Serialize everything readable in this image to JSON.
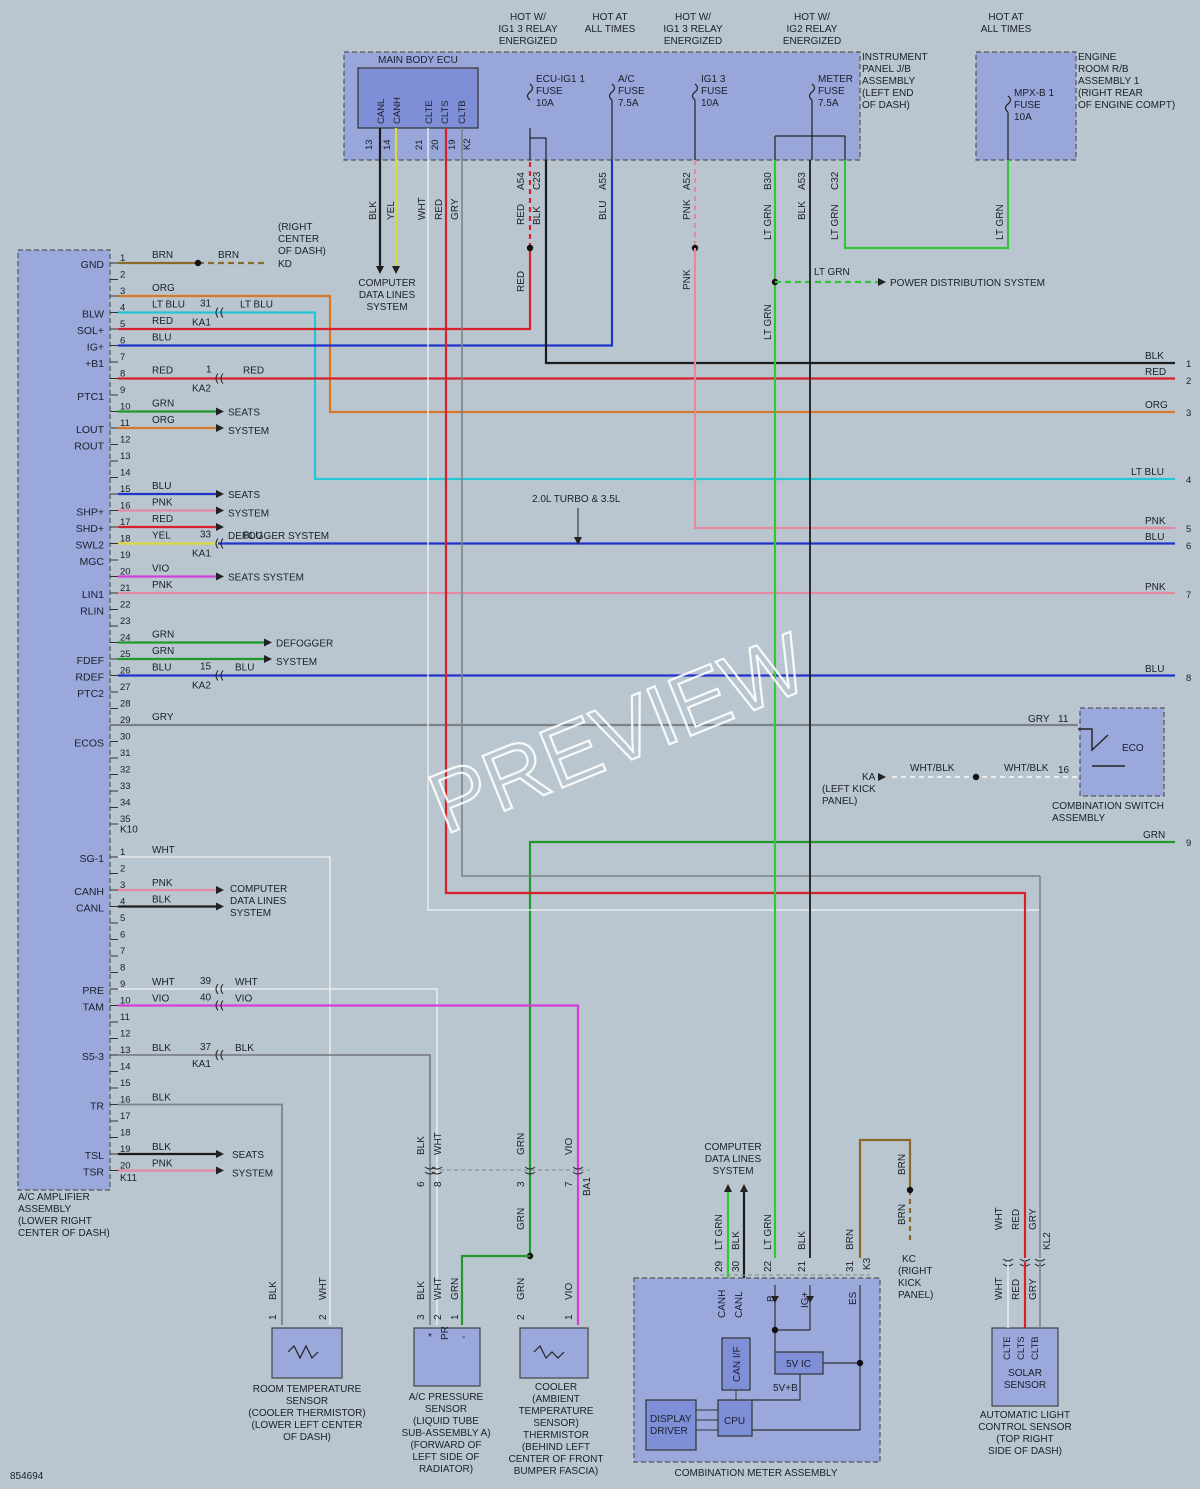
{
  "diagram_id": "854694",
  "watermark": "PREVIEW",
  "hot_labels": [
    [
      "HOT W/",
      "IG1 3 RELAY",
      "ENERGIZED"
    ],
    [
      "HOT AT",
      "ALL TIMES"
    ],
    [
      "HOT W/",
      "IG1 3 RELAY",
      "ENERGIZED"
    ],
    [
      "HOT W/",
      "IG2 RELAY",
      "ENERGIZED"
    ],
    [
      "HOT AT",
      "ALL TIMES"
    ]
  ],
  "ecu": {
    "main_body_ecu": "MAIN BODY ECU",
    "ecu_pins": [
      "CANL",
      "CANH",
      "CLTE",
      "CLTS",
      "CLTB"
    ],
    "ecu_pin_numbers": [
      "13",
      "14",
      "21",
      "20",
      "19",
      "K2"
    ],
    "fuses": [
      [
        "ECU-IG1 1",
        "FUSE",
        "10A"
      ],
      [
        "A/C",
        "FUSE",
        "7.5A"
      ],
      [
        "IG1 3",
        "FUSE",
        "10A"
      ],
      [
        "METER",
        "FUSE",
        "7.5A"
      ]
    ],
    "jb_label": [
      "INSTRUMENT",
      "PANEL J/B",
      "ASSEMBLY",
      "(LEFT END",
      "OF DASH)"
    ],
    "er_fuse": [
      "MPX-B 1",
      "FUSE",
      "10A"
    ],
    "er_label": [
      "ENGINE",
      "ROOM R/B",
      "ASSEMBLY 1",
      "(RIGHT REAR",
      "OF ENGINE COMPT)"
    ],
    "connectors": [
      "A54",
      "C23",
      "A55",
      "A52",
      "B30",
      "A53",
      "C32"
    ]
  },
  "wire_colors": {
    "BLK": "#1c1c1c",
    "RED": "#d6202a",
    "ORG": "#d7782a",
    "BLU": "#2233cc",
    "LTBLU": "#23c6d6",
    "GRN": "#1f9a2a",
    "LTGRN": "#37c43a",
    "PNK": "#e38aa0",
    "YEL": "#dcd73c",
    "VIO": "#d33fd6",
    "WHT": "#f4f4f4",
    "GRY": "#7d8288",
    "BRN": "#8a6a2a"
  },
  "wire_labels": {
    "blk": "BLK",
    "yel": "YEL",
    "wht": "WHT",
    "red": "RED",
    "gry": "GRY",
    "blu": "BLU",
    "pnk": "PNK",
    "ltgrn": "LT GRN",
    "brn": "BRN",
    "org": "ORG",
    "ltblu": "LT BLU",
    "grn": "GRN",
    "vio": "VIO",
    "wht_blk": "WHT/BLK"
  },
  "amplifier": {
    "label": [
      "A/C AMPLIFIER",
      "ASSEMBLY",
      "(LOWER RIGHT",
      "CENTER OF DASH)"
    ],
    "k10_pins": [
      {
        "n": "1",
        "sig": "GND",
        "wire": "BRN"
      },
      {
        "n": "2"
      },
      {
        "n": "3",
        "wire": "ORG"
      },
      {
        "n": "4",
        "sig": "BLW",
        "wire": "LT BLU"
      },
      {
        "n": "5",
        "sig": "SOL+",
        "wire": "RED"
      },
      {
        "n": "6",
        "sig": "IG+",
        "wire": "BLU"
      },
      {
        "n": "7",
        "sig": "+B1"
      },
      {
        "n": "8",
        "wire": "RED"
      },
      {
        "n": "9",
        "sig": "PTC1"
      },
      {
        "n": "10",
        "wire": "GRN"
      },
      {
        "n": "11",
        "sig": "LOUT",
        "wire": "ORG"
      },
      {
        "n": "12",
        "sig": "ROUT"
      },
      {
        "n": "13"
      },
      {
        "n": "14"
      },
      {
        "n": "15",
        "wire": "BLU"
      },
      {
        "n": "16",
        "sig": "SHP+",
        "wire": "PNK"
      },
      {
        "n": "17",
        "sig": "SHD+",
        "wire": "RED"
      },
      {
        "n": "18",
        "sig": "SWL2",
        "wire": "YEL"
      },
      {
        "n": "19",
        "sig": "MGC"
      },
      {
        "n": "20",
        "wire": "VIO"
      },
      {
        "n": "21",
        "sig": "LIN1",
        "wire": "PNK"
      },
      {
        "n": "22",
        "sig": "RLIN"
      },
      {
        "n": "23"
      },
      {
        "n": "24",
        "wire": "GRN"
      },
      {
        "n": "25",
        "sig": "FDEF",
        "wire": "GRN"
      },
      {
        "n": "26",
        "sig": "RDEF",
        "wire": "BLU"
      },
      {
        "n": "27",
        "sig": "PTC2"
      },
      {
        "n": "28"
      },
      {
        "n": "29",
        "wire": "GRY"
      },
      {
        "n": "30",
        "sig": "ECOS"
      },
      {
        "n": "31"
      },
      {
        "n": "32"
      },
      {
        "n": "33"
      },
      {
        "n": "34"
      },
      {
        "n": "35"
      }
    ],
    "k10_name": "K10",
    "k11_pins": [
      {
        "n": "1",
        "sig": "SG-1",
        "wire": "WHT"
      },
      {
        "n": "2"
      },
      {
        "n": "3",
        "sig": "CANH",
        "wire": "PNK"
      },
      {
        "n": "4",
        "sig": "CANL",
        "wire": "BLK"
      },
      {
        "n": "5"
      },
      {
        "n": "6"
      },
      {
        "n": "7"
      },
      {
        "n": "8"
      },
      {
        "n": "9",
        "sig": "PRE",
        "wire": "WHT"
      },
      {
        "n": "10",
        "sig": "TAM",
        "wire": "VIO"
      },
      {
        "n": "11"
      },
      {
        "n": "12"
      },
      {
        "n": "13",
        "sig": "S5-3",
        "wire": "BLK"
      },
      {
        "n": "14"
      },
      {
        "n": "15"
      },
      {
        "n": "16",
        "sig": "TR",
        "wire": "BLK"
      },
      {
        "n": "17"
      },
      {
        "n": "18"
      },
      {
        "n": "19",
        "sig": "TSL",
        "wire": "BLK"
      },
      {
        "n": "20",
        "sig": "TSR",
        "wire": "PNK"
      }
    ],
    "k11_name": "K11"
  },
  "inline": {
    "ka1": "KA1",
    "ka2": "KA2",
    "ba1": "BA1",
    "k3": "K3",
    "kl2": "KL2",
    "p31": "31",
    "p1": "1",
    "p33": "33",
    "p15": "15",
    "p39": "39",
    "p40": "40",
    "p37": "37"
  },
  "systems": {
    "seats": "SEATS",
    "system": "SYSTEM",
    "seats_system": "SEATS SYSTEM",
    "defogger": "DEFOGGER SYSTEM",
    "defogger2": "DEFOGGER",
    "computer": [
      "COMPUTER",
      "DATA LINES",
      "SYSTEM"
    ],
    "power_dist": "POWER DISTRIBUTION SYSTEM",
    "turbo": "2.0L TURBO & 3.5L"
  },
  "kd_label": [
    "(RIGHT",
    "CENTER",
    "OF DASH)"
  ],
  "kd": "KD",
  "right_numbers": [
    "1",
    "2",
    "3",
    "4",
    "5",
    "6",
    "7",
    "8",
    "9"
  ],
  "eco_switch": {
    "label": [
      "COMBINATION SWITCH",
      "ASSEMBLY"
    ],
    "eco": "ECO",
    "p11": "11",
    "p16": "16",
    "ka": "KA",
    "ka_label": [
      "(LEFT KICK",
      "PANEL)"
    ]
  },
  "sensors": {
    "room": [
      "ROOM TEMPERATURE",
      "SENSOR",
      "(COOLER THERMISTOR)",
      "(LOWER LEFT CENTER",
      "OF DASH)"
    ],
    "pressure": [
      "A/C PRESSURE",
      "SENSOR",
      "(LIQUID TUBE",
      "SUB-ASSEMBLY A)",
      "(FORWARD OF",
      "LEFT SIDE OF",
      "RADIATOR)"
    ],
    "pressure_pins": [
      "*",
      "PR",
      "-"
    ],
    "cooler": [
      "COOLER",
      "(AMBIENT",
      "TEMPERATURE",
      "SENSOR)",
      "THERMISTOR",
      "(BEHIND LEFT",
      "CENTER OF FRONT",
      "BUMPER FASCIA)"
    ],
    "solar": [
      "SOLAR",
      "SENSOR"
    ],
    "solar_pins": [
      "CLTE",
      "CLTS",
      "CLTB"
    ],
    "auto_light": [
      "AUTOMATIC LIGHT",
      "CONTROL SENSOR",
      "(TOP RIGHT",
      "SIDE OF DASH)"
    ]
  },
  "meter": {
    "label": "COMBINATION METER ASSEMBLY",
    "pins_top": [
      "29",
      "30",
      "22",
      "21",
      "31"
    ],
    "sig": [
      "CANH",
      "CANL",
      "B",
      "IG+",
      "ES"
    ],
    "can_if": "CAN I/F",
    "v5ic": "5V IC",
    "v5b": "5V+B",
    "cpu": "CPU",
    "display": [
      "DISPLAY",
      "DRIVER"
    ],
    "kc": "KC",
    "kc_label": [
      "(RIGHT",
      "KICK",
      "PANEL)"
    ]
  }
}
